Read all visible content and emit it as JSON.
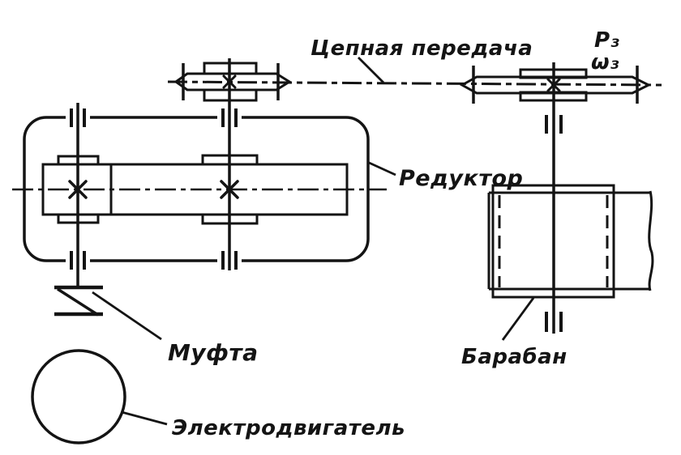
{
  "colors": {
    "ink": "#141414",
    "background": "#ffffff"
  },
  "labels": {
    "chain_drive": "Цепная передача",
    "reducer": "Редуктор",
    "coupling": "Муфта",
    "motor": "Электродвигатель",
    "drum": "Барабан",
    "shaft3_power": "P₃",
    "shaft3_speed": "ω₃"
  }
}
